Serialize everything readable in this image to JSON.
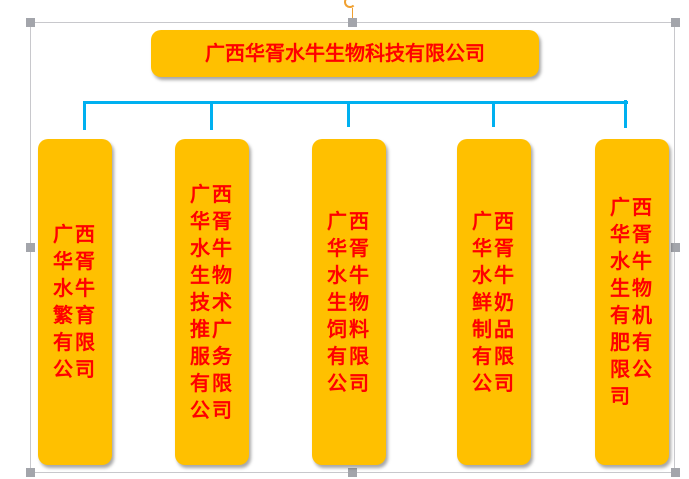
{
  "root": {
    "name": "广西华胥水牛生物科技有限公司"
  },
  "children": [
    {
      "name": "广西华胥水牛繁育有限公司"
    },
    {
      "name": "广西华胥水牛生物技术推广服务有限公司"
    },
    {
      "name": "广西华胥水牛生物饲料有限公司"
    },
    {
      "name": "广西华胥水牛鲜奶制品有限公司"
    },
    {
      "name": "广西华胥水牛生物有机肥有限公司"
    }
  ],
  "colors": {
    "box": "#ffc000",
    "text": "#ff0000",
    "connector": "#00b0f0"
  }
}
